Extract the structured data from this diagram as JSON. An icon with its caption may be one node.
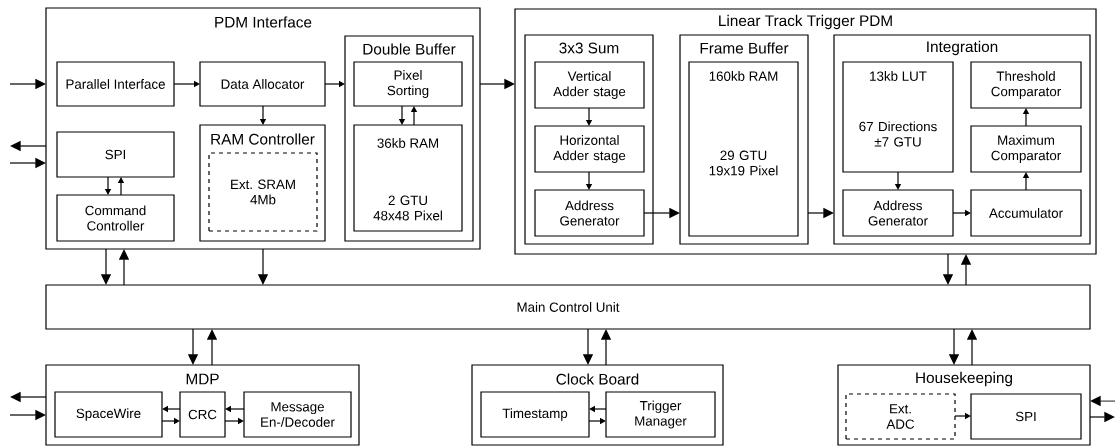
{
  "diagram": {
    "nodes": [
      {
        "text": [
          "PDM Interface"
        ]
      },
      {
        "text": [
          "Parallel Interface"
        ],
        "in": 0
      },
      {
        "text": [
          "Data Allocator"
        ],
        "in": 0
      },
      {
        "text": [
          "Double Buffer"
        ],
        "in": 0
      },
      {
        "text": [
          "Pixel Sorting"
        ],
        "in": 3
      },
      {
        "text": [
          "36kb RAM",
          "2 GTU 48x48 Pixel"
        ],
        "in": 3
      },
      {
        "text": [
          "RAM Controller"
        ],
        "in": 0
      },
      {
        "text": [
          "Ext. SRAM 4Mb"
        ],
        "in": 6
      },
      {
        "text": [
          "SPI"
        ],
        "in": 0
      },
      {
        "text": [
          "Command Controller"
        ],
        "in": 0
      },
      {
        "text": [
          "Linear Track Trigger PDM"
        ]
      },
      {
        "text": [
          "3x3 Sum"
        ],
        "in": 10
      },
      {
        "text": [
          "Vertical Adder stage"
        ],
        "in": 11
      },
      {
        "text": [
          "Horizontal Adder stage"
        ],
        "in": 11
      },
      {
        "text": [
          "Address Generator"
        ],
        "in": 11
      },
      {
        "text": [
          "Frame Buffer"
        ],
        "in": 10
      },
      {
        "text": [
          "160kb RAM",
          "29 GTU 19x19 Pixel"
        ],
        "in": 15
      },
      {
        "text": [
          "Integration"
        ],
        "in": 10
      },
      {
        "text": [
          "13kb LUT",
          "67 Directions ±7 GTU"
        ],
        "in": 17
      },
      {
        "text": [
          "Threshold Comparator"
        ],
        "in": 17
      },
      {
        "text": [
          "Maximum Comparator"
        ],
        "in": 17
      },
      {
        "text": [
          "Address Generator"
        ],
        "in": 17
      },
      {
        "text": [
          "Accumulator"
        ],
        "in": 17
      },
      {
        "text": [
          "Main Control Unit"
        ]
      },
      {
        "text": [
          "MDP"
        ]
      },
      {
        "text": [
          "SpaceWire"
        ],
        "in": 24
      },
      {
        "text": [
          "CRC"
        ],
        "in": 24
      },
      {
        "text": [
          "Message En-/Decoder"
        ],
        "in": 24
      },
      {
        "text": [
          "Clock Board"
        ]
      },
      {
        "text": [
          "Timestamp"
        ],
        "in": 28
      },
      {
        "text": [
          "Trigger Manager"
        ],
        "in": 28
      },
      {
        "text": [
          "Housekeeping"
        ]
      },
      {
        "text": [
          "Ext. ADC"
        ],
        "in": 31
      },
      {
        "text": [
          "SPI"
        ],
        "in": 31
      }
    ],
    "edges": [
      {
        "from": null,
        "to": 0,
        "arrow": "to"
      },
      {
        "from": 0,
        "to": null,
        "arrow": "to"
      },
      {
        "from": null,
        "to": 0,
        "arrow": "to"
      },
      {
        "from": 1,
        "to": 2,
        "arrow": "to"
      },
      {
        "from": 2,
        "to": 3,
        "arrow": "to"
      },
      {
        "from": 2,
        "to": 6,
        "arrow": "to"
      },
      {
        "from": 4,
        "to": 5,
        "arrow": "to"
      },
      {
        "from": 5,
        "to": 4,
        "arrow": "to"
      },
      {
        "from": 8,
        "to": 9,
        "arrow": "to"
      },
      {
        "from": 9,
        "to": 8,
        "arrow": "to"
      },
      {
        "from": 0,
        "to": 10,
        "arrow": "to"
      },
      {
        "from": 12,
        "to": 13,
        "arrow": "to"
      },
      {
        "from": 13,
        "to": 14,
        "arrow": "to"
      },
      {
        "from": 14,
        "to": 15,
        "arrow": "to"
      },
      {
        "from": 15,
        "to": 17,
        "arrow": "to"
      },
      {
        "from": 18,
        "to": 21,
        "arrow": "to"
      },
      {
        "from": 21,
        "to": 22,
        "arrow": "to"
      },
      {
        "from": 22,
        "to": 20,
        "arrow": "to"
      },
      {
        "from": 20,
        "to": 19,
        "arrow": "to"
      },
      {
        "from": 0,
        "to": 23,
        "arrow": "to"
      },
      {
        "from": 23,
        "to": 0,
        "arrow": "to"
      },
      {
        "from": 0,
        "to": 23,
        "arrow": "to"
      },
      {
        "from": 10,
        "to": 23,
        "arrow": "to"
      },
      {
        "from": 23,
        "to": 10,
        "arrow": "to"
      },
      {
        "from": 23,
        "to": 24,
        "arrow": "to"
      },
      {
        "from": 24,
        "to": 23,
        "arrow": "to"
      },
      {
        "from": 23,
        "to": 28,
        "arrow": "to"
      },
      {
        "from": 28,
        "to": 23,
        "arrow": "to"
      },
      {
        "from": 23,
        "to": 31,
        "arrow": "to"
      },
      {
        "from": 31,
        "to": 23,
        "arrow": "to"
      },
      {
        "from": 24,
        "to": null,
        "arrow": "to"
      },
      {
        "from": null,
        "to": 24,
        "arrow": "to"
      },
      {
        "from": 26,
        "to": 25,
        "arrow": "to"
      },
      {
        "from": 25,
        "to": 26,
        "arrow": "to"
      },
      {
        "from": 27,
        "to": 26,
        "arrow": "to"
      },
      {
        "from": 26,
        "to": 27,
        "arrow": "to"
      },
      {
        "from": 30,
        "to": 29,
        "arrow": "to"
      },
      {
        "from": 29,
        "to": 30,
        "arrow": "to"
      },
      {
        "from": 32,
        "to": 33,
        "arrow": "to"
      },
      {
        "from": null,
        "to": 31,
        "arrow": "to"
      },
      {
        "from": 31,
        "to": null,
        "arrow": "to"
      }
    ]
  }
}
